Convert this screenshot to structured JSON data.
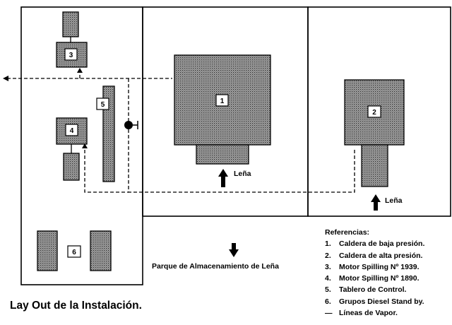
{
  "title": "Lay Out de la Instalación.",
  "storage_label": "Parque de Almacenamiento de Leña",
  "firewood_label": "Leña",
  "units": {
    "u1": "1",
    "u2": "2",
    "u3": "3",
    "u4": "4",
    "u5": "5",
    "u6": "6"
  },
  "legend": {
    "heading": "Referencias:",
    "items": [
      {
        "num": "1.",
        "text": "Caldera de baja presión."
      },
      {
        "num": "2.",
        "text": "Caldera de alta presión."
      },
      {
        "num": "3.",
        "text": "Motor Spilling Nº 1939."
      },
      {
        "num": "4.",
        "text": "Motor Spilling Nº 1890."
      },
      {
        "num": "5.",
        "text": "Tablero de Control."
      },
      {
        "num": "6.",
        "text": "Grupos Diesel Stand by."
      },
      {
        "num": "—",
        "text": "Líneas de Vapor."
      }
    ]
  },
  "colors": {
    "ink": "#000000",
    "fill": "#8c8c8c",
    "paper": "#ffffff"
  }
}
